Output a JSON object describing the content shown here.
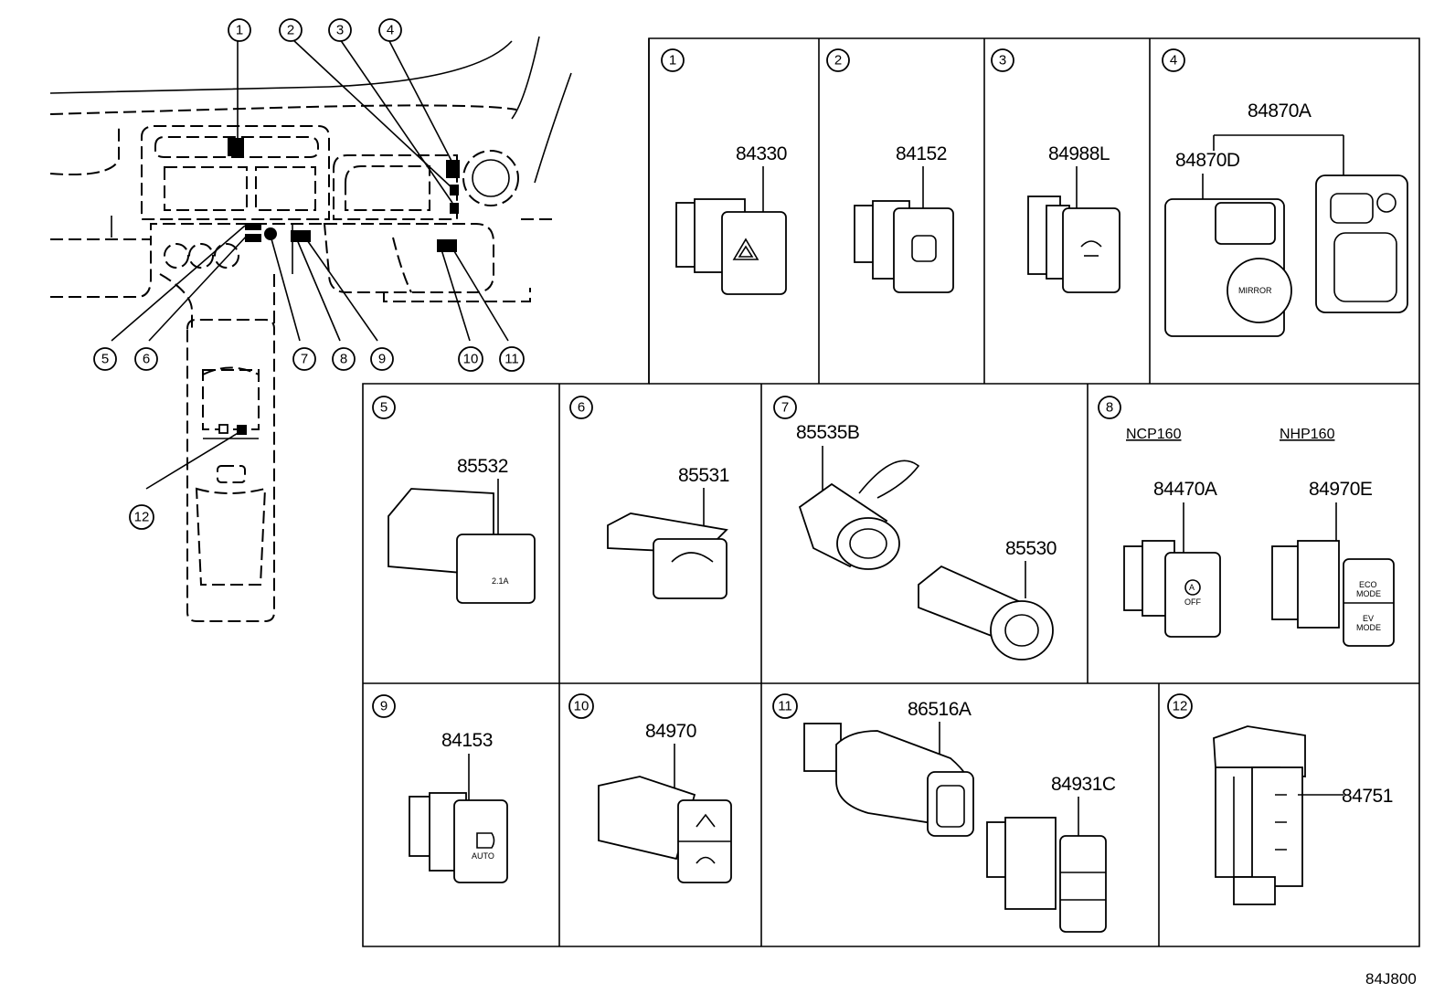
{
  "drawing_code": "84J800",
  "overview_callouts": [
    "1",
    "2",
    "3",
    "4",
    "5",
    "6",
    "7",
    "8",
    "9",
    "10",
    "11",
    "12"
  ],
  "panels": [
    {
      "num": "1",
      "parts": [
        "84330"
      ]
    },
    {
      "num": "2",
      "parts": [
        "84152"
      ]
    },
    {
      "num": "3",
      "parts": [
        "84988L"
      ]
    },
    {
      "num": "4",
      "parts": [
        "84870A",
        "84870D"
      ],
      "icon_text": "MIRROR"
    },
    {
      "num": "5",
      "parts": [
        "85532"
      ],
      "icon_text": "2.1A"
    },
    {
      "num": "6",
      "parts": [
        "85531"
      ]
    },
    {
      "num": "7",
      "parts": [
        "85535B",
        "85530"
      ]
    },
    {
      "num": "8",
      "parts": [
        "84470A",
        "84970E"
      ],
      "variants": [
        "NCP160",
        "NHP160"
      ],
      "icon_text": [
        "A",
        "OFF",
        "ECO",
        "MODE",
        "EV",
        "MODE"
      ]
    },
    {
      "num": "9",
      "parts": [
        "84153"
      ],
      "icon_text": "AUTO"
    },
    {
      "num": "10",
      "parts": [
        "84970"
      ]
    },
    {
      "num": "11",
      "parts": [
        "86516A",
        "84931C"
      ]
    },
    {
      "num": "12",
      "parts": [
        "84751"
      ]
    }
  ]
}
